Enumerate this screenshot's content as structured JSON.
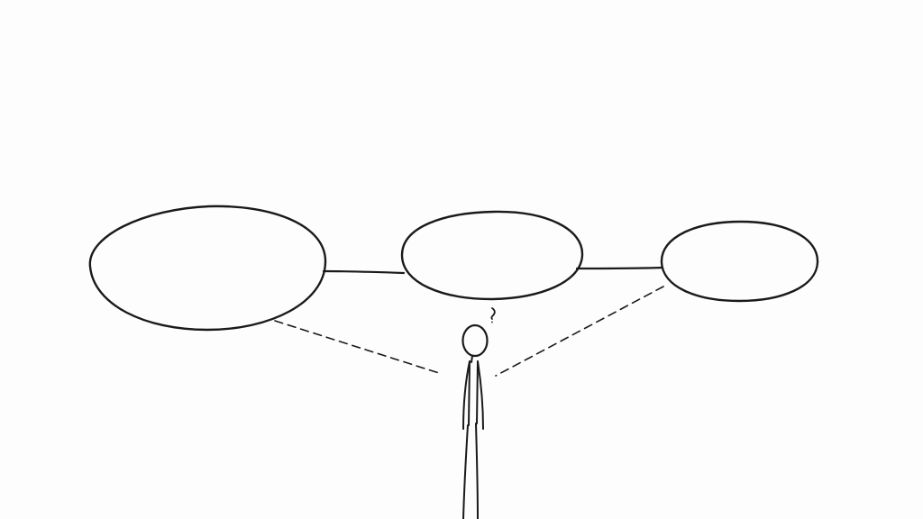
{
  "diagram": {
    "style": "hand-drawn sketch",
    "ink_color": "#1a1a1a",
    "background_color": "#fdfdfd",
    "nodes": [
      {
        "id": "node-left",
        "shape": "ellipse",
        "label": ""
      },
      {
        "id": "node-middle",
        "shape": "ellipse",
        "label": ""
      },
      {
        "id": "node-right",
        "shape": "ellipse",
        "label": ""
      }
    ],
    "connectors": [
      {
        "from": "node-left",
        "to": "node-middle",
        "style": "solid"
      },
      {
        "from": "node-middle",
        "to": "node-right",
        "style": "solid"
      }
    ],
    "figure": {
      "kind": "stick-figure",
      "label": ""
    },
    "sightlines": [
      {
        "from": "figure",
        "to": "node-left",
        "style": "dashed"
      },
      {
        "from": "figure",
        "to": "node-right",
        "style": "dashed"
      }
    ],
    "thought_mark": "question-mark"
  }
}
